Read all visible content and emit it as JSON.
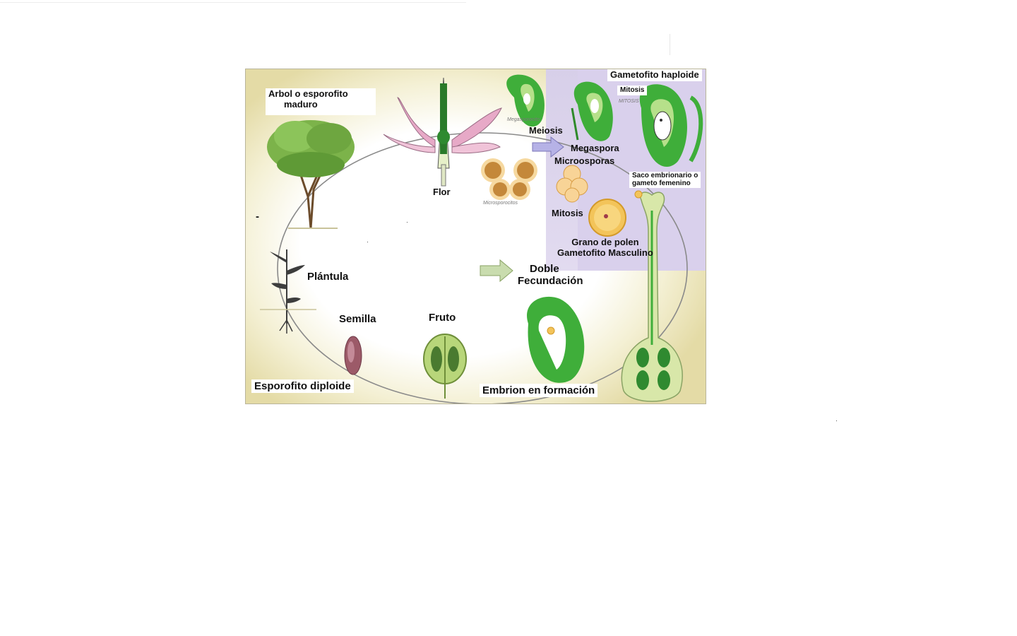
{
  "labels": {
    "arbol_line1": "Arbol o esporofito",
    "arbol_line2": "maduro",
    "flor": "Flor",
    "meiosis": "Meiosis",
    "megaspora": "Megaspora",
    "microsporas": "Microosporas",
    "mitosis_pollen": "Mitosis",
    "grano_line1": "Grano de polen",
    "grano_line2": "Gametofito Masculino",
    "doble_line1": "Doble",
    "doble_line2": "Fecundación",
    "gametofito_haploide": "Gametofito haploide",
    "mitosis_top": "Mitosis",
    "saco_line1": "Saco embrionario o",
    "saco_line2": "gameto femenino",
    "plantula": "Plántula",
    "semilla": "Semilla",
    "fruto": "Fruto",
    "esporofito_diploide": "Esporofito diploide",
    "embrion": "Embrion en formación",
    "dash": "-"
  },
  "small_captions": {
    "megasporocito": "Megasporocito",
    "microsporocitos": "Microsporocitos",
    "mitosis_small": "MITOSIS"
  },
  "colors": {
    "background_outer": "#e4dba6",
    "purple_panel": "#d9d0ec",
    "cycle_line": "#8a8a8a",
    "plant_green": "#3fae3a",
    "pollen_orange": "#f3c45a",
    "petal_pink": "#e7a9c7"
  }
}
